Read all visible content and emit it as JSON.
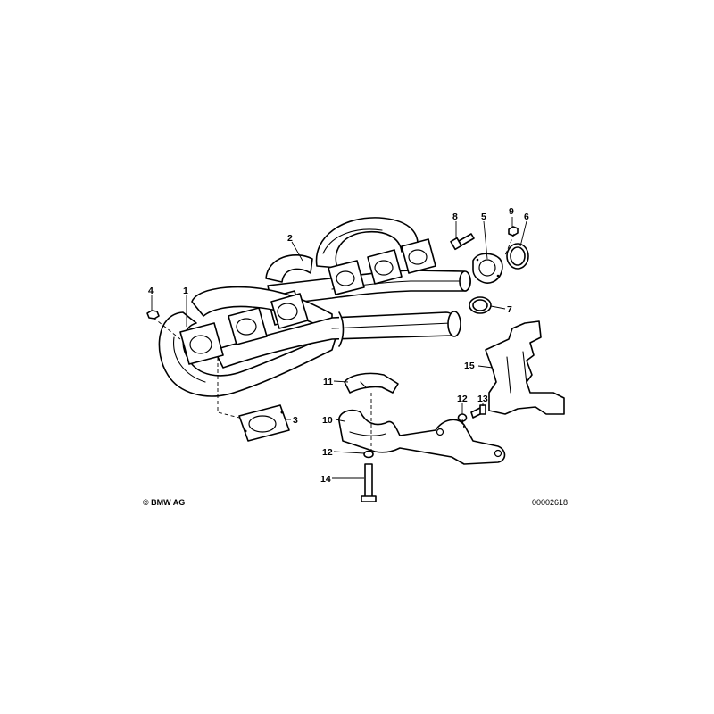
{
  "callouts": {
    "c1": "1",
    "c2": "2",
    "c3": "3",
    "c4": "4",
    "c5": "5",
    "c6": "6",
    "c7": "7",
    "c8": "8",
    "c9": "9",
    "c10": "10",
    "c11": "11",
    "c12a": "12",
    "c12b": "12",
    "c13": "13",
    "c14": "14",
    "c15": "15"
  },
  "footer": {
    "copyright": "© BMW AG",
    "drawing_id": "00002618"
  }
}
